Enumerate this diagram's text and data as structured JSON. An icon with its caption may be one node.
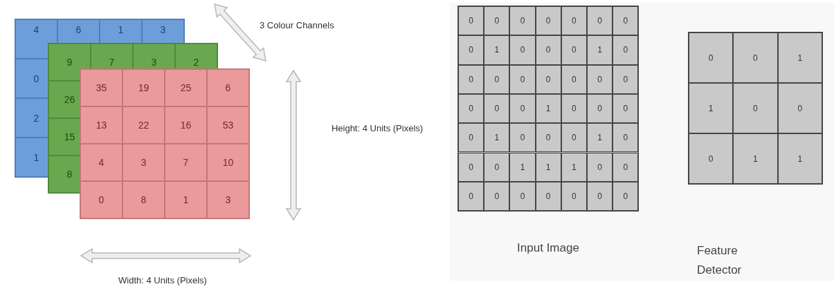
{
  "diagram": {
    "labels": [
      "3 Colour Channels",
      "4",
      "6",
      "1",
      "3",
      "0",
      "2",
      "1",
      "9",
      "7",
      "3",
      "2",
      "26",
      "15",
      "8",
      "35",
      "19",
      "25",
      "6",
      "13",
      "22",
      "16",
      "53",
      "4",
      "3",
      "7",
      "10",
      "0",
      "8",
      "1",
      "3",
      "Height: 4 Units (Pixels)",
      "Width: 4 Units (Pixels)",
      "0",
      "0",
      "0",
      "0",
      "0",
      "0",
      "0",
      "0",
      "1",
      "0",
      "0",
      "0",
      "1",
      "0",
      "0",
      "0",
      "0",
      "0",
      "0",
      "0",
      "0",
      "0",
      "0",
      "0",
      "1",
      "0",
      "0",
      "0",
      "0",
      "1",
      "0",
      "0",
      "0",
      "1",
      "0",
      "0",
      "0",
      "1",
      "1",
      "1",
      "0",
      "0",
      "0",
      "0",
      "0",
      "0",
      "0",
      "0",
      "0",
      "0",
      "0",
      "1",
      "1",
      "0",
      "0",
      "0",
      "1",
      "1",
      "Input Image",
      "Feature Detector"
    ]
  }
}
